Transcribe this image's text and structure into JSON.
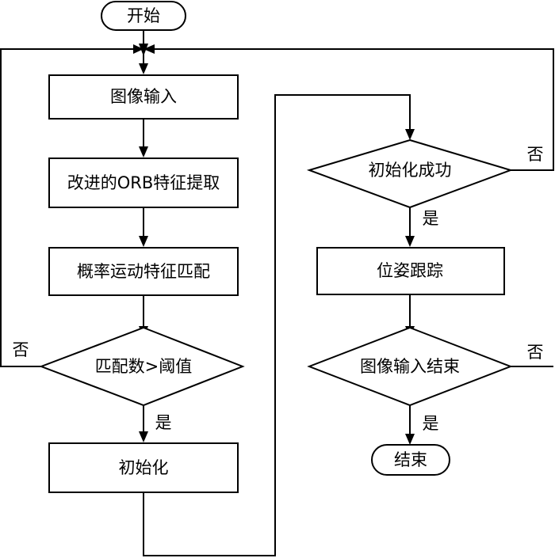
{
  "nodes": {
    "start": "开始",
    "image_input": "图像输入",
    "orb_extract": "改进的ORB特征提取",
    "prob_match": "概率运动特征匹配",
    "match_threshold": "匹配数>阈值",
    "initialize": "初始化",
    "init_success": "初始化成功",
    "pose_tracking": "位姿跟踪",
    "input_end": "图像输入结束",
    "end": "结束"
  },
  "edge_labels": {
    "match_no": "否",
    "match_yes": "是",
    "init_yes": "是",
    "init_no": "否",
    "input_end_no": "否",
    "input_end_yes": "是"
  }
}
